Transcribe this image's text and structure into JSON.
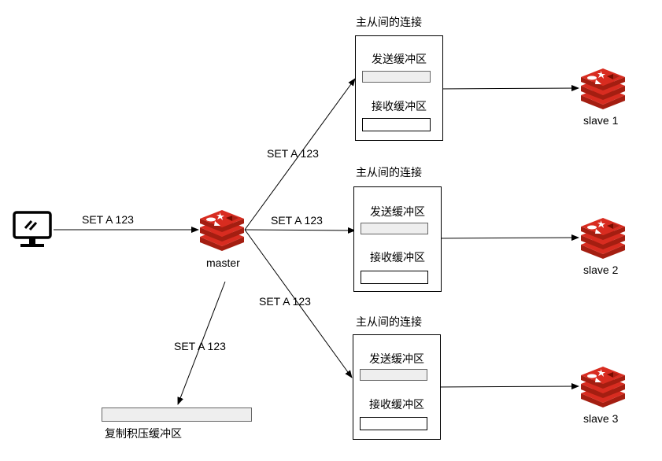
{
  "client": {
    "icon": "monitor-icon"
  },
  "master": {
    "label": "master",
    "icon": "redis-icon"
  },
  "edge_labels": {
    "client_to_master": "SET A 123",
    "master_to_conn1": "SET A 123",
    "master_to_conn2": "SET A 123",
    "master_to_conn3": "SET A 123",
    "master_to_backlog": "SET A 123"
  },
  "connections": [
    {
      "title": "主从间的连接",
      "send_label": "发送缓冲区",
      "recv_label": "接收缓冲区"
    },
    {
      "title": "主从间的连接",
      "send_label": "发送缓冲区",
      "recv_label": "接收缓冲区"
    },
    {
      "title": "主从间的连接",
      "send_label": "发送缓冲区",
      "recv_label": "接收缓冲区"
    }
  ],
  "slaves": [
    {
      "label": "slave 1",
      "icon": "redis-icon"
    },
    {
      "label": "slave 2",
      "icon": "redis-icon"
    },
    {
      "label": "slave 3",
      "icon": "redis-icon"
    }
  ],
  "backlog": {
    "label": "复制积压缓冲区"
  },
  "colors": {
    "redis_red": "#d82c20",
    "redis_dark": "#a41e11",
    "buffer_fill": "#eeeeee"
  }
}
